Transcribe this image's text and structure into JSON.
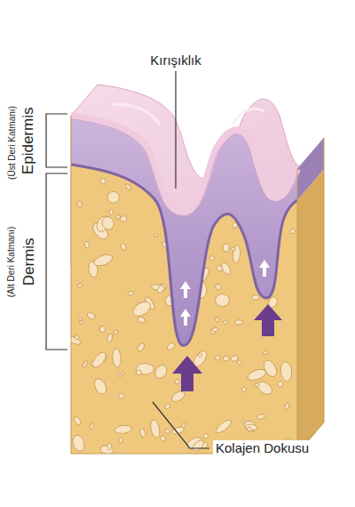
{
  "diagram": {
    "labels": [
      "Kırışıklık",
      "Epidermis",
      "(Üst Deri Katmanı)",
      "Dermis",
      "(Alt Deri Katmanı)",
      "Kolajen Dokusu"
    ]
  }
}
